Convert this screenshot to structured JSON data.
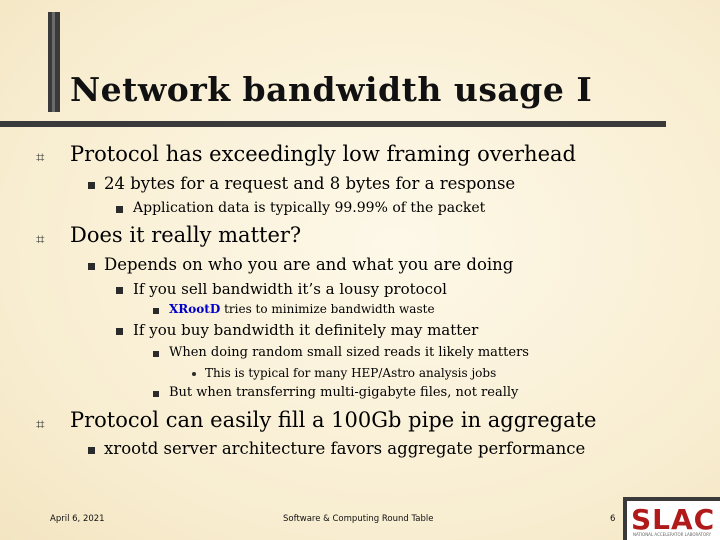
{
  "slide": {
    "title": "Network bandwidth usage I",
    "bullets": [
      {
        "text": "Protocol has exceedingly low framing overhead",
        "children": [
          {
            "text": "24 bytes for a request and 8 bytes for a response",
            "children": [
              {
                "text": "Application data is typically 99.99% of the packet"
              }
            ]
          }
        ]
      },
      {
        "text": "Does it really matter?",
        "children": [
          {
            "text": "Depends on who you are and what you are doing",
            "children": [
              {
                "text": "If you sell bandwidth it’s a lousy protocol",
                "children": [
                  {
                    "highlight": "XRootD",
                    "rest": " tries to minimize bandwidth waste"
                  }
                ]
              },
              {
                "text": "If you buy bandwidth it definitely may matter",
                "children": [
                  {
                    "text": "When doing random small sized reads it likely matters",
                    "children": [
                      {
                        "text": "This is typical for many HEP/Astro analysis jobs"
                      }
                    ]
                  },
                  {
                    "text": "But when transferring multi-gigabyte files, not really"
                  }
                ]
              }
            ]
          }
        ]
      },
      {
        "text": "Protocol can easily fill a 100Gb pipe in aggregate",
        "children": [
          {
            "text": "xrootd server architecture favors aggregate performance"
          }
        ]
      }
    ]
  },
  "footer": {
    "date": "April 6, 2021",
    "center": "Software & Computing Round Table",
    "page": "6"
  },
  "logo": {
    "text": "SLAC",
    "subtext": "NATIONAL ACCELERATOR LABORATORY",
    "color": "#b01a1a"
  },
  "colors": {
    "background": "#fbf3dc",
    "highlight": "#0000c8"
  },
  "icons": {
    "level1": "hash-bullet-icon",
    "level2": "square-bullet-icon",
    "level3": "dot-bullet-icon"
  }
}
